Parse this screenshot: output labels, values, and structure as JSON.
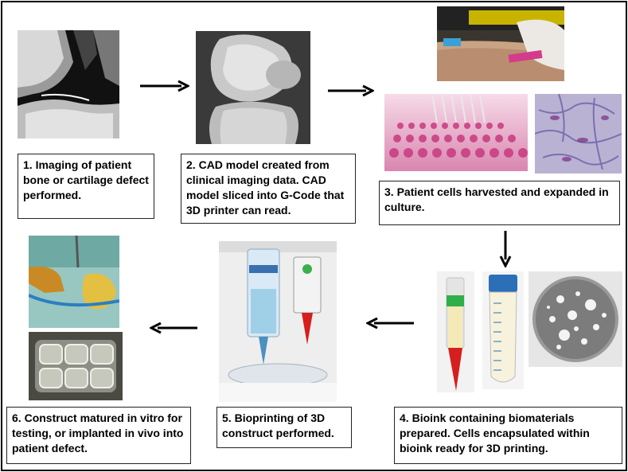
{
  "steps": [
    {
      "num": "1.",
      "text": "Imaging of patient bone or cartilage defect performed."
    },
    {
      "num": "2.",
      "text": "CAD model created from clinical imaging data. CAD model sliced into G-Code that 3D printer can read."
    },
    {
      "num": "3.",
      "text": "Patient cells harvested and expanded in culture."
    },
    {
      "num": "4.",
      "text": "Bioink containing biomaterials prepared. Cells encapsulated within bioink ready for 3D printing."
    },
    {
      "num": "5.",
      "text": "Bioprinting of 3D construct performed."
    },
    {
      "num": "6.",
      "text": "Construct matured in vitro for testing, or implanted in vivo into patient defect."
    }
  ],
  "icons": {
    "mri": "mri-knee-image",
    "cad": "cad-bone-model-image",
    "harvest": "cell-harvest-photo",
    "plate": "well-plate-photo",
    "culture": "cell-culture-micrograph",
    "bioink_tube": "bioink-syringe-photo",
    "falcon_tube": "falcon-tube-photo",
    "petri": "petri-dish-photo",
    "bioprinter": "bioprinter-photo",
    "surgery": "surgical-implant-photo",
    "construct": "printed-construct-photo"
  },
  "colors": {
    "arrow": "#000000",
    "border": "#000000"
  }
}
